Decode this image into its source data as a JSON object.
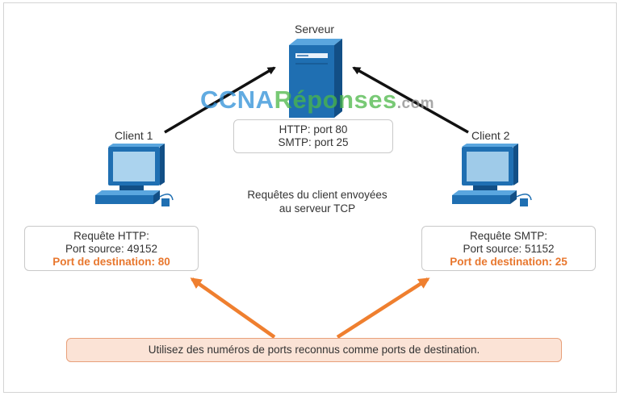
{
  "server": {
    "label": "Serveur",
    "ports": [
      "HTTP: port 80",
      "SMTP: port 25"
    ]
  },
  "client1": {
    "label": "Client 1",
    "request": "Requête HTTP:",
    "source_port": "Port source: 49152",
    "dest_port": "Port de destination: 80"
  },
  "client2": {
    "label": "Client 2",
    "request": "Requête SMTP:",
    "source_port": "Port source: 51152",
    "dest_port": "Port de destination: 25"
  },
  "caption": [
    "Requêtes du client envoyées",
    "au serveur TCP"
  ],
  "note": "Utilisez des numéros de ports reconnus comme ports de destination.",
  "watermark": {
    "part1": "CCNA",
    "part2": "Réponses",
    "part3": ".com"
  },
  "colors": {
    "accent": "#e8772e",
    "server_blue": "#1f6fb2",
    "note_bg": "#fbe3d6"
  }
}
